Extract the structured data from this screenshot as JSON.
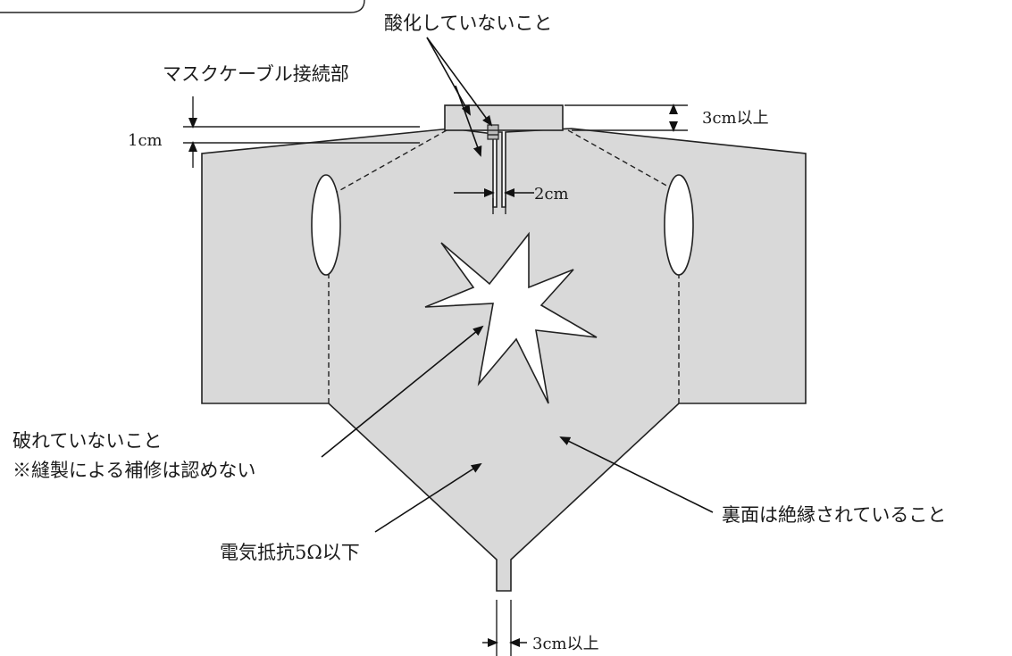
{
  "labels": {
    "not_oxidized": "酸化していないこと",
    "mask_cable_joint": "マスクケーブル接続部",
    "dim_1cm": "1cm",
    "dim_3cm_top": "3cm以上",
    "dim_2cm": "2cm",
    "not_torn": "破れていないこと",
    "no_sewn_repair": "※縫製による補修は認めない",
    "back_insulated": "裏面は絶縁されていること",
    "resistance": "電気抵抗5Ω以下",
    "dim_3cm_bottom": "3cm以上"
  },
  "colors": {
    "fabric": "#d9d9d9",
    "outline": "#222222",
    "background": "#ffffff"
  }
}
